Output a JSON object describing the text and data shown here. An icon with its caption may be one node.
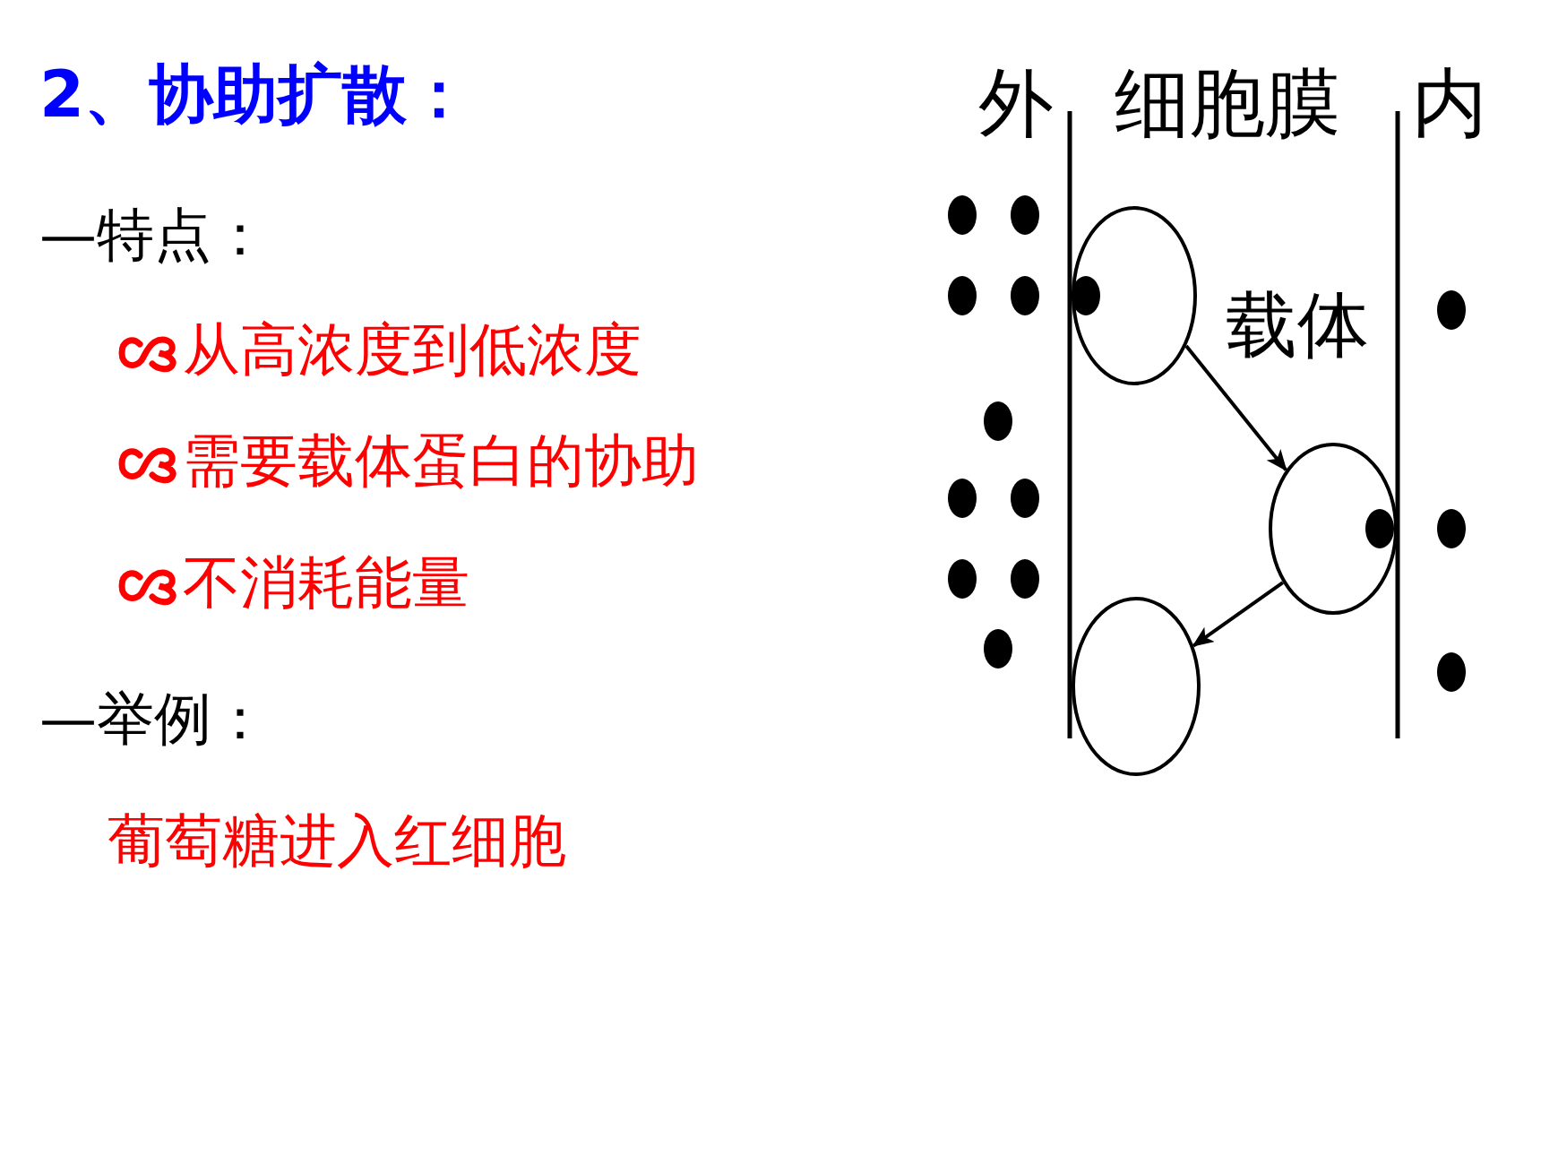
{
  "diagram": {
    "title": "2、协助扩散：",
    "nodes": [
      {
        "text": [],
        "shape": "circle"
      },
      {
        "text": [],
        "shape": "circle"
      },
      {
        "text": [],
        "shape": "circle"
      }
    ],
    "edges": [
      {
        "from": 0,
        "to": 1,
        "arrow": "to",
        "label": "载体"
      },
      {
        "from": 1,
        "to": 2,
        "arrow": "to"
      }
    ],
    "labels": [
      "—特点：",
      "从高浓度到低浓度",
      "需要载体蛋白的协助",
      "不消耗能量",
      "—举例：",
      "葡萄糖进入红细胞",
      "外",
      "细胞膜",
      "内"
    ]
  }
}
